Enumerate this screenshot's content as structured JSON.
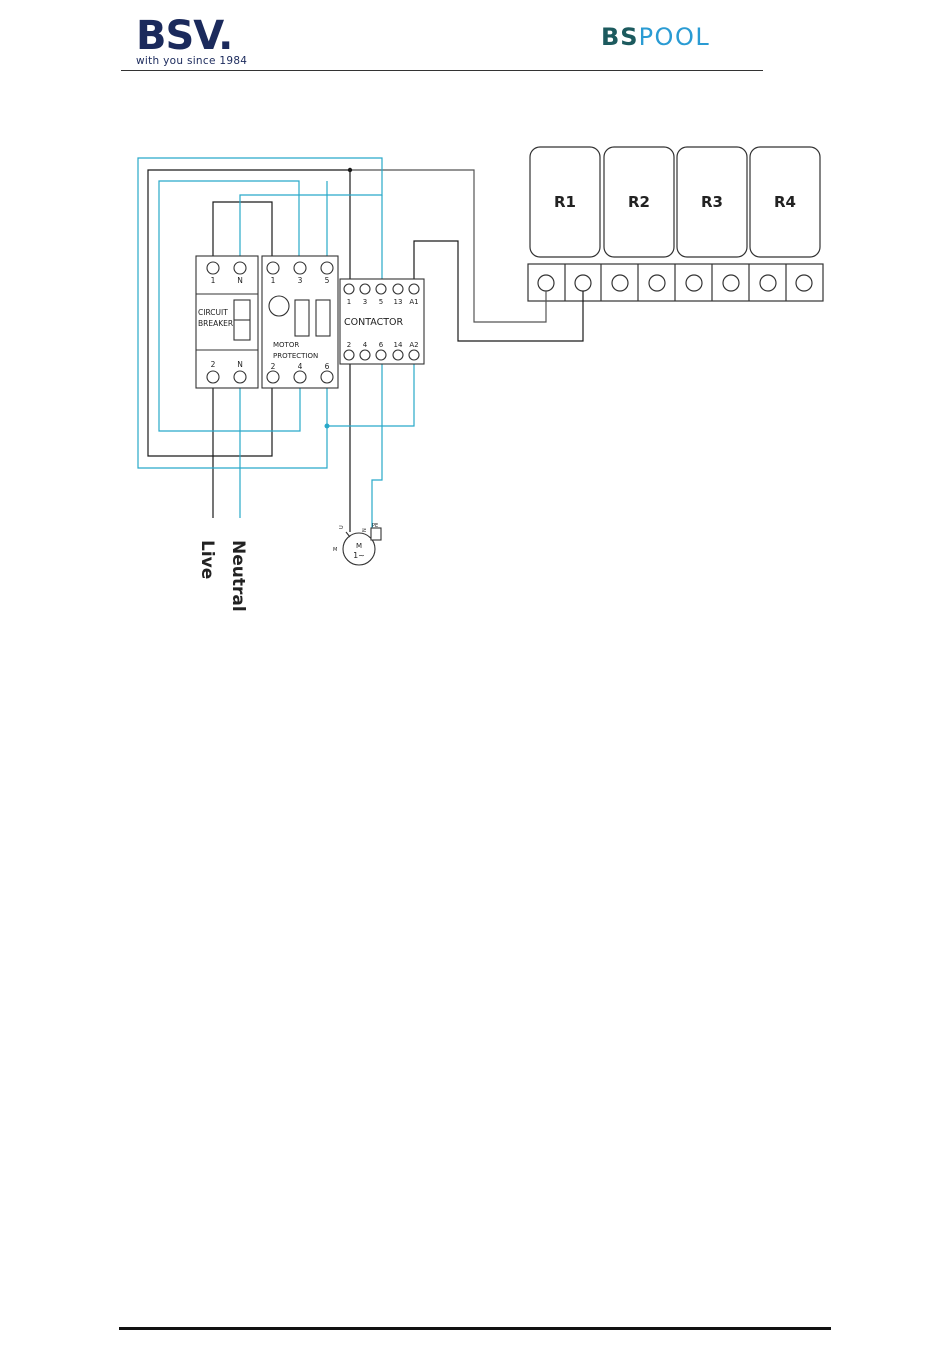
{
  "header": {
    "brand_logo": "BSV.",
    "brand_tagline": "with you since 1984",
    "product_logo_prefix": "BS",
    "product_logo_suffix": "POOL"
  },
  "diagram": {
    "relays": [
      "R1",
      "R2",
      "R3",
      "R4"
    ],
    "circuit_breaker": {
      "label_line1": "CIRCUIT",
      "label_line2": "BREAKER",
      "top_terminals": [
        "1",
        "N"
      ],
      "bottom_terminals": [
        "2",
        "N"
      ]
    },
    "motor_protection": {
      "label_line1": "MOTOR",
      "label_line2": "PROTECTION",
      "top_terminals": [
        "1",
        "3",
        "5"
      ],
      "bottom_terminals": [
        "2",
        "4",
        "6"
      ]
    },
    "contactor": {
      "label": "CONTACTOR",
      "top_terminals": [
        "1",
        "3",
        "5",
        "13",
        "A1"
      ],
      "bottom_terminals": [
        "2",
        "4",
        "6",
        "14",
        "A2"
      ]
    },
    "motor": {
      "label": "M",
      "symbol": "1~",
      "terminal_u": "U",
      "terminal_n": "N",
      "terminal_pe": "PE",
      "side_mark": "M"
    },
    "supply": {
      "live": "Live",
      "neutral": "Neutral"
    },
    "colors": {
      "live_wire": "#1a1a1a",
      "neutral_wire": "#29a9c9",
      "relay_wire": "#1a1a1a",
      "outline": "#333333"
    }
  }
}
